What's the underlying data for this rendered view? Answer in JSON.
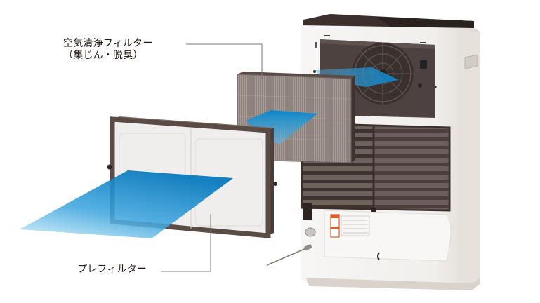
{
  "figure": {
    "subject": "air purifier rear view with filters removed (exploded view)",
    "callouts": [
      {
        "id": "hepa-filter",
        "line1": "空気清浄フィルター",
        "line2": "（集じん・脱臭）"
      },
      {
        "id": "pre-filter",
        "line1": "プレフィルター"
      }
    ],
    "colors": {
      "airflow_blue": "#0a7ec2",
      "airflow_light": "#8fd0ef",
      "frame_brown": "#5b4b45",
      "filter_media": "#8d827b",
      "body_white": "#f4f2ef",
      "body_shadow": "#ddd8d2",
      "dark_top": "#3a2f2c",
      "leader_line": "#7a7a7a",
      "text": "#231815"
    }
  }
}
